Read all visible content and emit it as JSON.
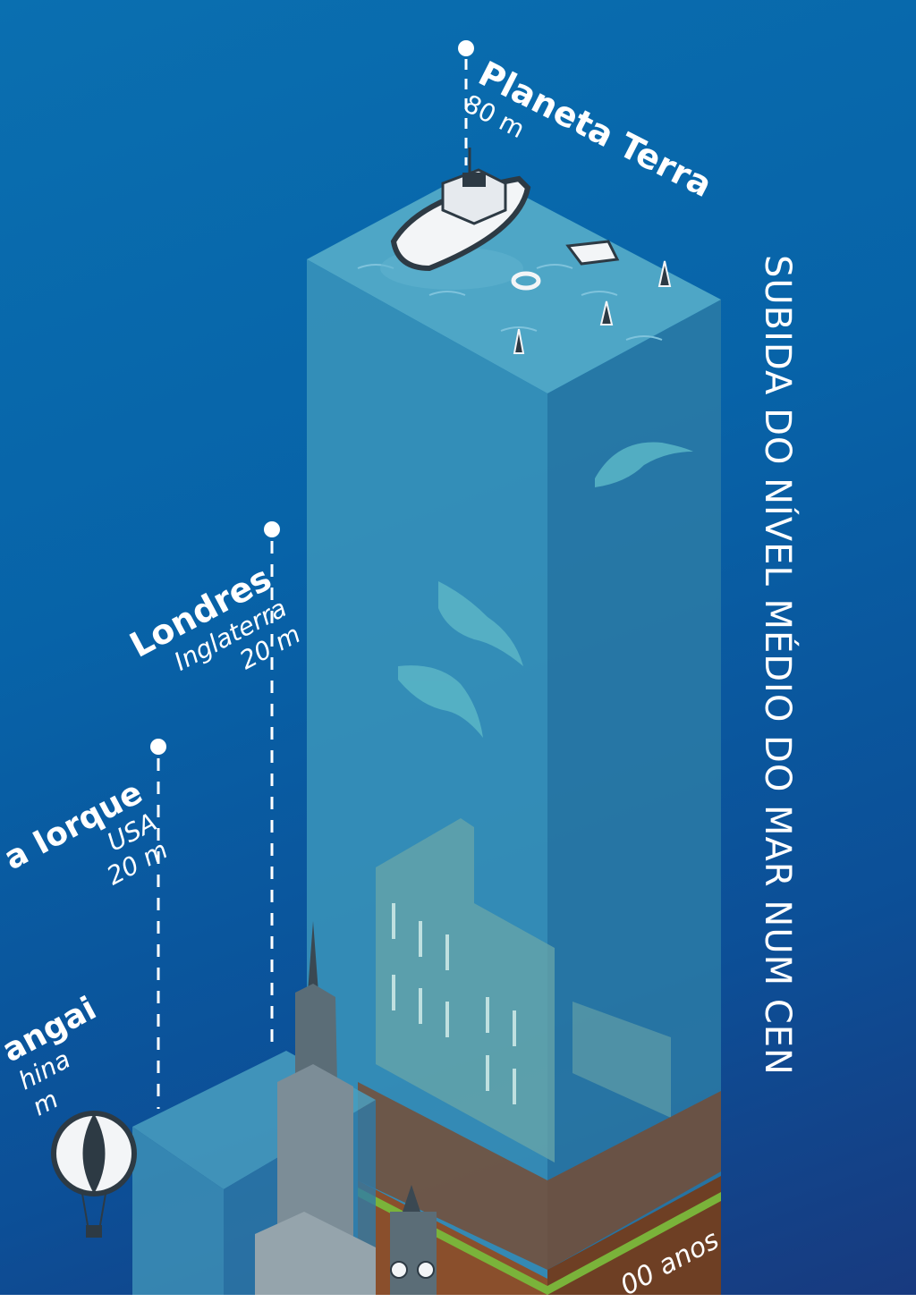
{
  "colors": {
    "background_top": "#0a6fb0",
    "background_bottom": "#183a7f",
    "water": "#3f9fc0",
    "label_text": "#ffffff"
  },
  "title_vertical": "SUBIDA DO NÍVEL MÉDIO DO MAR NUM CEN",
  "markers": [
    {
      "id": "planeta-terra",
      "name": "Planeta Terra",
      "sublabel": "",
      "value": "80 m"
    },
    {
      "id": "londres",
      "name": "Londres",
      "sublabel": "Inglaterra",
      "value": "20 m"
    },
    {
      "id": "nova-iorque",
      "name": "a Iorque",
      "sublabel": "USA",
      "value": "20 m"
    },
    {
      "id": "xangai",
      "name": "angai",
      "sublabel": "hina",
      "value": "m"
    }
  ],
  "bottom_label": "00 anos"
}
